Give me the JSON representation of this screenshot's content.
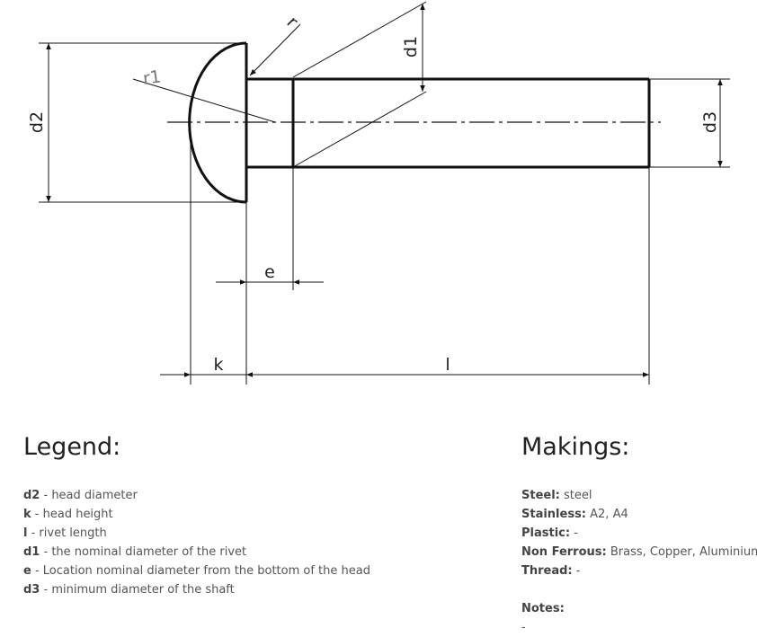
{
  "drawing": {
    "labels": {
      "d2": "d2",
      "r1": "r1",
      "r": "r",
      "d1": "d1",
      "d3": "d3",
      "e": "e",
      "k": "k",
      "l": "l"
    }
  },
  "legend": {
    "title": "Legend:",
    "items": [
      {
        "key": "d2",
        "desc": " - head diameter"
      },
      {
        "key": "k",
        "desc": " - head height"
      },
      {
        "key": "l",
        "desc": " - rivet length"
      },
      {
        "key": "d1",
        "desc": " - the nominal diameter of the rivet"
      },
      {
        "key": "e",
        "desc": " - Location nominal diameter from the bottom of the head"
      },
      {
        "key": "d3",
        "desc": " - minimum diameter of the shaft"
      }
    ]
  },
  "makings": {
    "title": "Makings:",
    "items": [
      {
        "key": "Steel:",
        "value": " steel"
      },
      {
        "key": "Stainless:",
        "value": " A2, A4"
      },
      {
        "key": "Plastic:",
        "value": " -"
      },
      {
        "key": "Non Ferrous:",
        "value": " Brass, Copper, Aluminium"
      },
      {
        "key": "Thread:",
        "value": " -"
      }
    ],
    "notes_title": "Notes:",
    "notes_value": "-"
  }
}
